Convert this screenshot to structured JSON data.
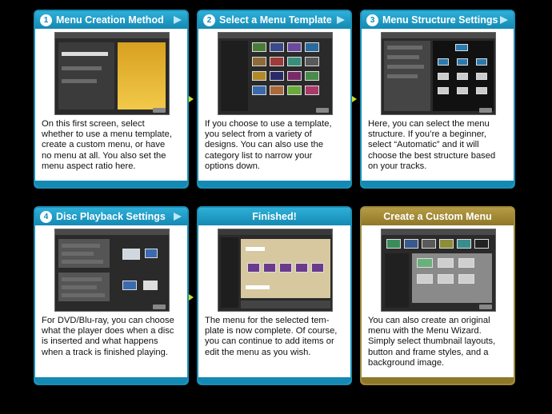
{
  "cards": [
    {
      "number": "1",
      "title": "Menu Creation Method",
      "description": "On this first screen, select\nwhether to use a menu template,\ncreate a custom menu, or have\nno menu at all. You also set the\nmenu aspect ratio here."
    },
    {
      "number": "2",
      "title": "Select a Menu Template",
      "description": "If you choose to use a template,\nyou select from a variety of\ndesigns. You can also use the\ncategory list to narrow your\noptions down."
    },
    {
      "number": "3",
      "title": "Menu Structure Settings",
      "description": "Here, you can select the menu\nstructure. If you’re a beginner,\nselect “Automatic” and it will\nchoose the best structure based\non your tracks."
    },
    {
      "number": "4",
      "title": "Disc Playback Settings",
      "description": "For DVD/Blu-ray, you can choose\nwhat the player does when a disc\nis inserted and what happens\nwhen a track is finished playing."
    },
    {
      "number": "",
      "title": "Finished!",
      "description": "The menu for the selected tem-\nplate is now complete. Of course,\nyou can continue to add items or\nedit the menu as you wish."
    },
    {
      "number": "",
      "title": "Create a Custom Menu",
      "description": "You can also create an original\nmenu with the Menu Wizard.\nSimply select thumbnail layouts,\nbutton and frame styles, and a\nbackground image."
    }
  ],
  "colors": {
    "header_blue": "#1489b3",
    "header_gold": "#8f7728",
    "flow_arrow": "#c9df2a"
  },
  "icons": {
    "header_arrow": "play-triangle-icon",
    "flow_arrow": "next-step-arrow-icon"
  }
}
